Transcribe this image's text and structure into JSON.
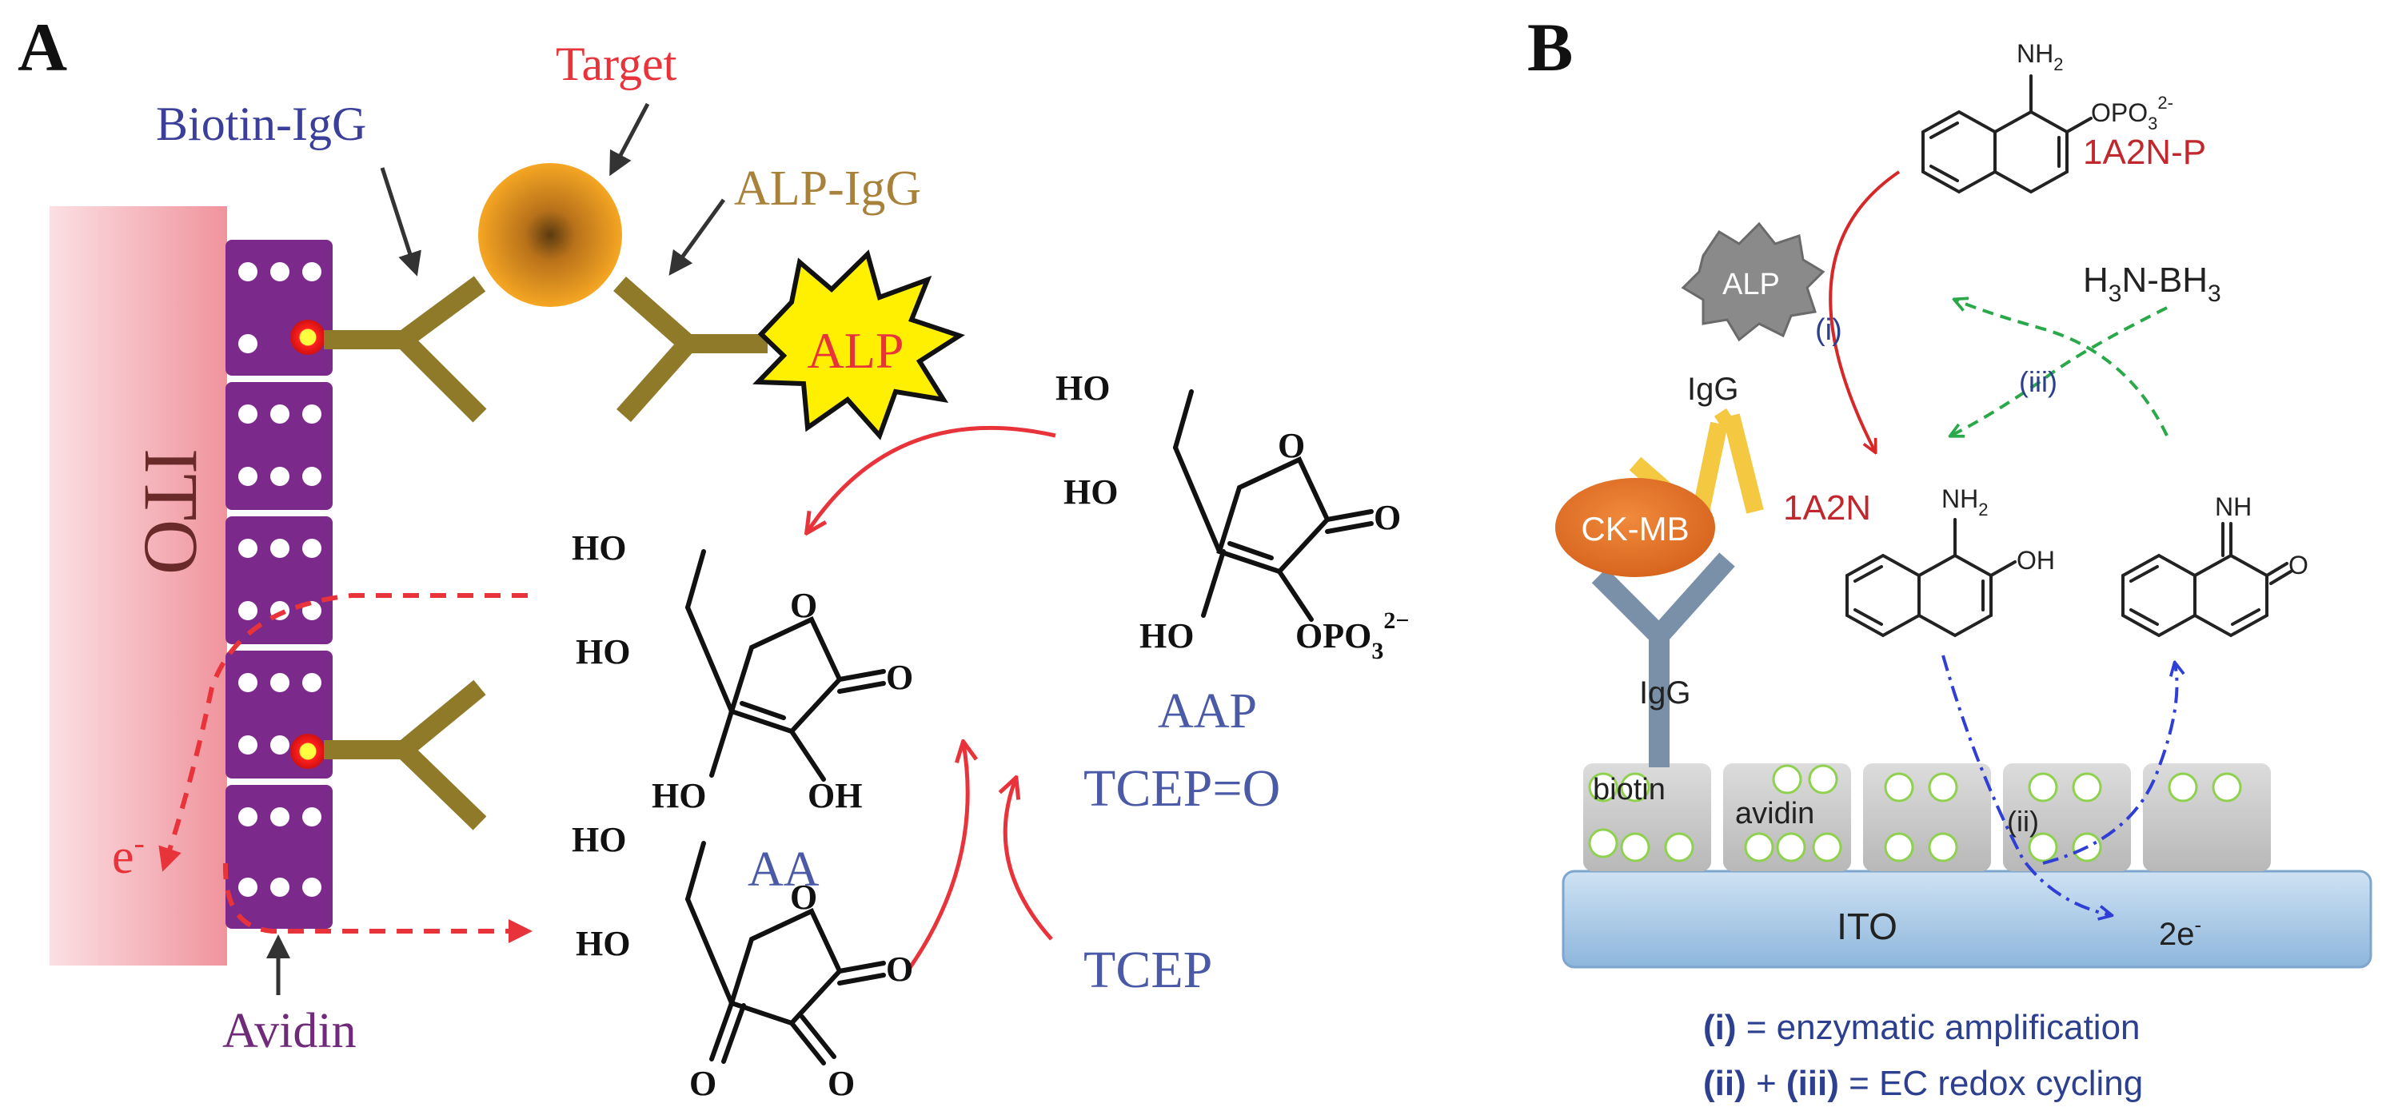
{
  "panelA": {
    "letter": "A",
    "electrode": "ITO",
    "labels": {
      "target": "Target",
      "biotin_igg": "Biotin-IgG",
      "alp_igg": "ALP-IgG",
      "alp": "ALP",
      "avidin": "Avidin",
      "electron": "e",
      "electron_sup": "-",
      "aa": "AA",
      "aap": "AAP",
      "tcep_o": "TCEP=O",
      "tcep": "TCEP"
    },
    "chem": {
      "ho": "HO",
      "oh": "OH",
      "o": "O",
      "opo3": "OPO",
      "opo3_sub": "3",
      "opo3_sup": "2−"
    },
    "colors": {
      "ito": "#f2a0a8",
      "avidin": "#7b2a8c",
      "antibody": "#8f7a2a",
      "target": "#f2a21c",
      "alp_star": "#ffef00",
      "arrow_red": "#e8333a",
      "label_blue": "#4b5aa6",
      "label_gold": "#a8823a",
      "label_purple": "#6f2b7a"
    }
  },
  "panelB": {
    "letter": "B",
    "electrode": "ITO",
    "labels": {
      "alp": "ALP",
      "igg_top": "IgG",
      "igg_bottom": "IgG",
      "ck_mb": "CK-MB",
      "biotin": "biotin",
      "avidin": "avidin",
      "substrate": "1A2N-P",
      "product": "1A2N",
      "reductant_h3n": "H",
      "reductant_3": "3",
      "reductant_rest": "N-BH",
      "reductant_3b": "3",
      "step_i": "(i)",
      "step_ii": "(ii)",
      "step_iii": "(iii)",
      "electrons": "2e",
      "electrons_sup": "-"
    },
    "chem": {
      "nh2": "NH",
      "nh2_sub": "2",
      "opo3": "OPO",
      "opo3_sub": "3",
      "opo3_sup": "2-",
      "oh": "OH",
      "nh": "NH",
      "o": "O"
    },
    "legend": {
      "line1_key": "(i)",
      "line1_text": " = enzymatic amplification",
      "line2_key1": "(ii)",
      "line2_plus": " + ",
      "line2_key2": "(iii)",
      "line2_text": " = EC redox cycling"
    },
    "colors": {
      "ito": "#a9c8e6",
      "alp": "#8a8a8a",
      "igg_top": "#f5c842",
      "igg_bottom": "#7a8fa8",
      "ck_mb": "#e8762c",
      "avidin_block": "#c9c9c9",
      "biotin_ring": "#8fd14f",
      "arrow_red": "#d62828",
      "arrow_green": "#2aa84a",
      "arrow_blue": "#2f3fd6",
      "label_red": "#c0282d",
      "legend_blue": "#2d3f8f"
    }
  }
}
